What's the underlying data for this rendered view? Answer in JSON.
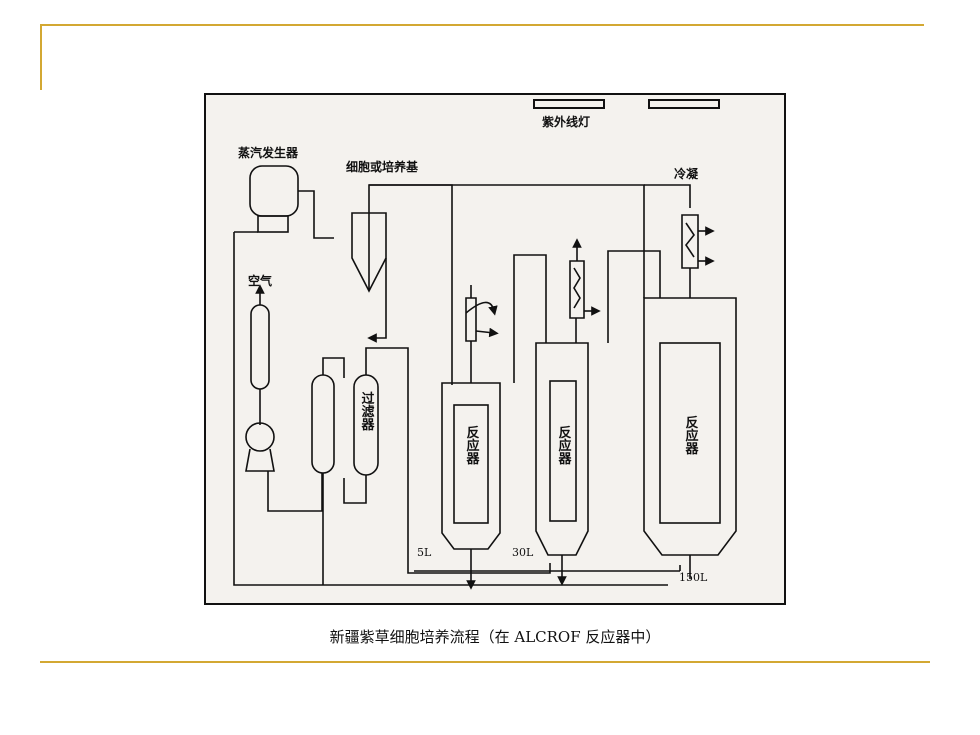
{
  "labels": {
    "steam_generator": "蒸汽发生器",
    "cell_or_medium": "细胞或培养基",
    "uv_lamp": "紫外线灯",
    "condenser": "冷凝",
    "air": "空气",
    "filter": "过滤器",
    "reactor": "反应器",
    "vol_5l": "5L",
    "vol_30l": "30L",
    "vol_150l": "150L"
  },
  "caption": "新疆紫草细胞培养流程（在 ALCROF 反应器中）",
  "colors": {
    "accent_rule": "#d3a832",
    "figure_bg": "#f4f2ee",
    "line": "#111111"
  }
}
